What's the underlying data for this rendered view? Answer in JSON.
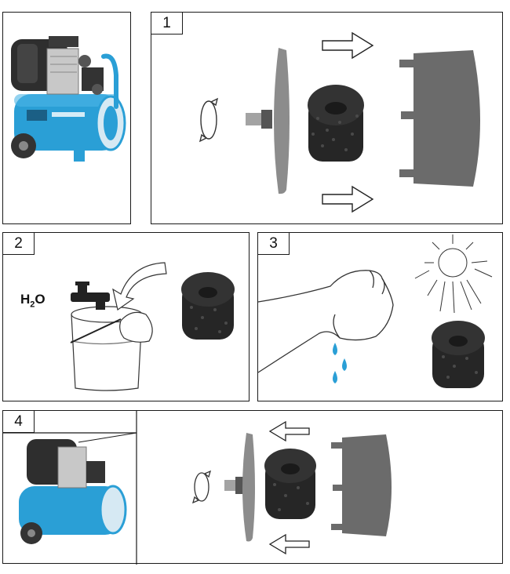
{
  "steps": {
    "one": "1",
    "two": "2",
    "three": "3",
    "four": "4"
  },
  "water_label": "H",
  "water_sub": "2",
  "water_suffix": "O",
  "icons": {
    "compressor": "compressor-icon",
    "rotate": "rotate-icon",
    "arrow": "arrow-icon",
    "filter": "filter-sponge-icon",
    "faucet": "faucet-icon",
    "bucket": "bucket-icon",
    "hand": "hand-icon",
    "sun": "sun-icon",
    "drop": "water-drop-icon"
  },
  "colors": {
    "compressor_blue": "#2a9fd6",
    "housing_gray": "#6b6b6b",
    "cover_gray": "#8c8c8c",
    "sponge": "#2b2b2b"
  }
}
